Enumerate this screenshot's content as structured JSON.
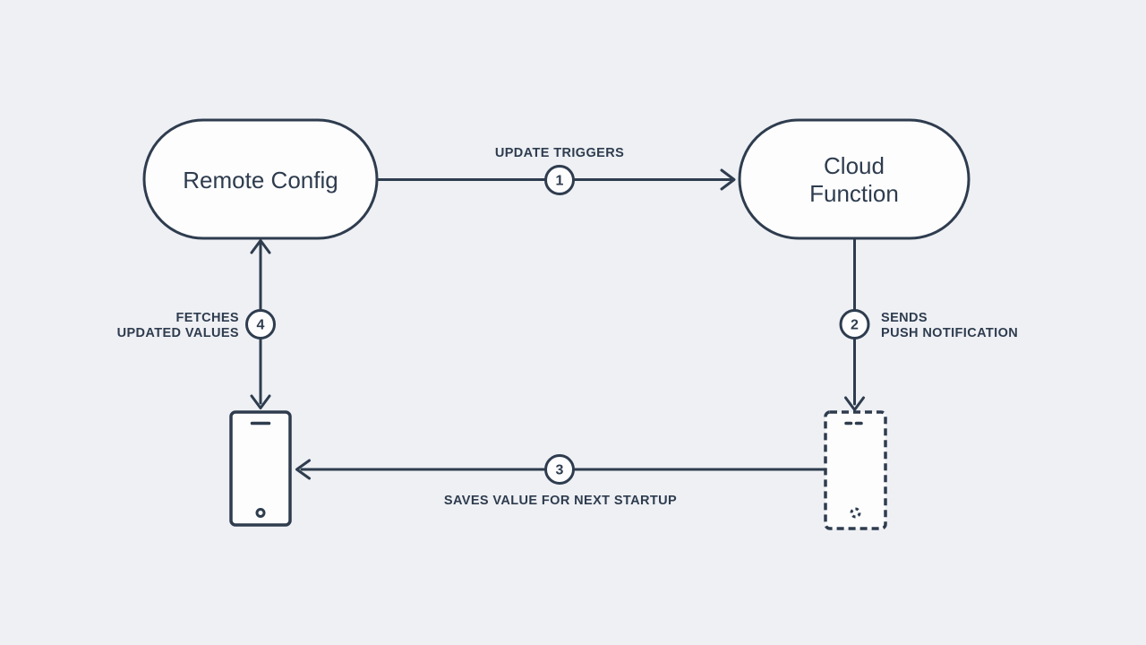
{
  "diagram": {
    "colors": {
      "background": "#eef0f4",
      "stroke": "#2e3c4e",
      "node_fill": "#fdfdfe",
      "text": "#2e3c4e"
    },
    "nodes": {
      "remote_config": {
        "label": "Remote Config"
      },
      "cloud_function": {
        "label_line1": "Cloud",
        "label_line2": "Function"
      }
    },
    "icons": {
      "device_solid": "smartphone-icon",
      "device_dashed": "smartphone-dashed-icon"
    },
    "edges": {
      "edge1": {
        "step": "1",
        "label": "UPDATE TRIGGERS"
      },
      "edge2": {
        "step": "2",
        "label_line1": "SENDS",
        "label_line2": "PUSH NOTIFICATION"
      },
      "edge3": {
        "step": "3",
        "label": "SAVES VALUE FOR NEXT STARTUP"
      },
      "edge4": {
        "step": "4",
        "label_line1": "FETCHES",
        "label_line2": "UPDATED VALUES"
      }
    }
  }
}
